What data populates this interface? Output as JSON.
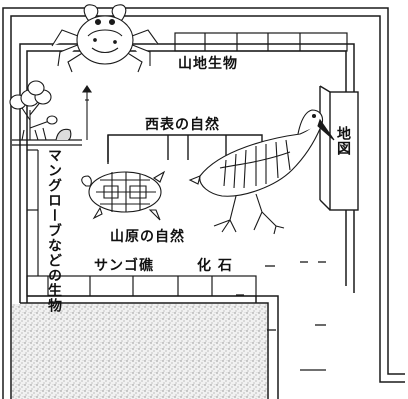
{
  "labels": {
    "mountain_creatures": "山地生物",
    "nishiiriomote_nature": "西表の自然",
    "map": "地図",
    "mangrove_creatures": "マングローブなどの生物",
    "yambaru_nature": "山原の自然",
    "coral_rock": "サンゴ礁",
    "fossils": "化 石"
  },
  "icons": [
    "crab-icon",
    "turtle-icon",
    "rail-bird-icon",
    "mangrove-plant-icon"
  ]
}
